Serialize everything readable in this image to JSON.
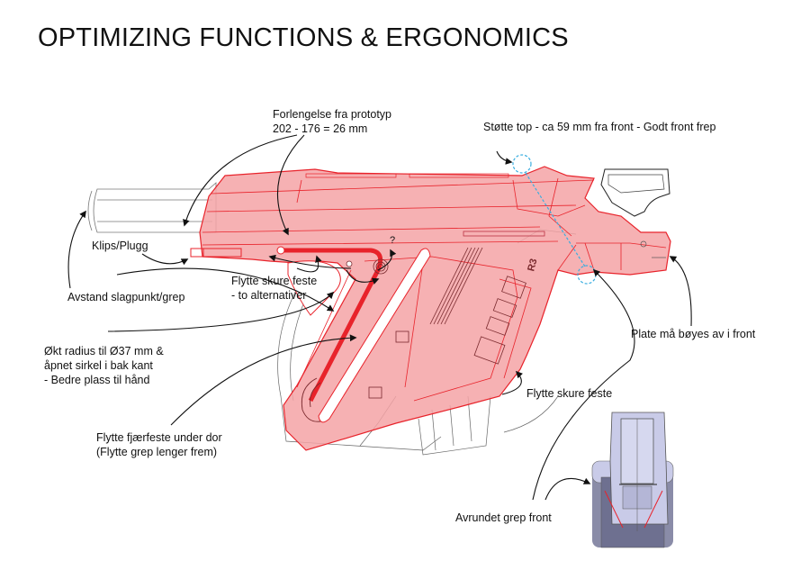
{
  "title": "OPTIMIZING FUNCTIONS & ERGONOMICS",
  "colors": {
    "body_fill": "#f4a3a6",
    "body_stroke": "#e8232b",
    "accent_red": "#e8232b",
    "support_circle": "#3aaee0",
    "outline_gray": "#555555",
    "inset_fill": "#c9cbe8",
    "inset_dark": "#8a8ca8"
  },
  "annotations": {
    "extension": {
      "line1": "Forlengelse fra prototyp",
      "line2": "202 - 176 = 26 mm"
    },
    "top_support": "Støtte top - ca 59 mm fra front - Godt front frep",
    "clip": "Klips/Plugg",
    "distance": "Avstand slagpunkt/grep",
    "move_screw_alt": {
      "line1": "Flytte skure feste",
      "line2": "- to alternativer"
    },
    "radius": {
      "line1": "Økt radius til Ø37 mm &",
      "line2": "åpnet sirkel i bak kant",
      "line3": "- Bedre plass til hånd"
    },
    "spring": {
      "line1": "Flytte fjærfeste under dor",
      "line2": "(Flytte grep lenger frem)"
    },
    "move_screw": "Flytte skure feste",
    "plate": "Plate må bøyes av i front",
    "rounded_grip": "Avrundet grep front"
  },
  "drawing_labels": {
    "question_mark": "?",
    "part_marking": "R3"
  },
  "icons": {
    "arrow": "curved-arrow-icon",
    "support_point": "dashed-circle-icon"
  }
}
